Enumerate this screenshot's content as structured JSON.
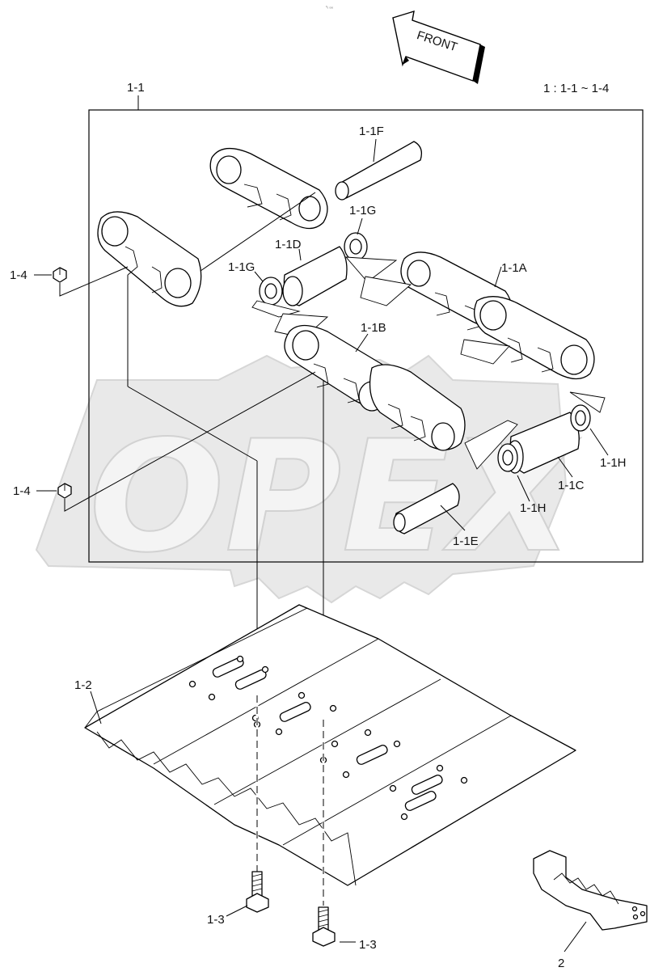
{
  "header": {
    "corner_mark": "º₀ ₀₀₀",
    "front_label": "FRONT",
    "kit_note": "1 : 1-1 ~ 1-4",
    "group_label": "1-1"
  },
  "watermark": {
    "text": "OPEX"
  },
  "callouts": [
    {
      "id": "c-1-1F",
      "text": "1-1F"
    },
    {
      "id": "c-1-1G-top",
      "text": "1-1G"
    },
    {
      "id": "c-1-1D",
      "text": "1-1D"
    },
    {
      "id": "c-1-1G-left",
      "text": "1-1G"
    },
    {
      "id": "c-1-1A",
      "text": "1-1A"
    },
    {
      "id": "c-1-1B",
      "text": "1-1B"
    },
    {
      "id": "c-1-4-top",
      "text": "1-4"
    },
    {
      "id": "c-1-4-bottom",
      "text": "1-4"
    },
    {
      "id": "c-1-1H-right",
      "text": "1-1H"
    },
    {
      "id": "c-1-1C",
      "text": "1-1C"
    },
    {
      "id": "c-1-1H-left",
      "text": "1-1H"
    },
    {
      "id": "c-1-1E",
      "text": "1-1E"
    },
    {
      "id": "c-1-2",
      "text": "1-2"
    },
    {
      "id": "c-1-3-left",
      "text": "1-3"
    },
    {
      "id": "c-1-3-right",
      "text": "1-3"
    },
    {
      "id": "c-2",
      "text": "2"
    }
  ]
}
